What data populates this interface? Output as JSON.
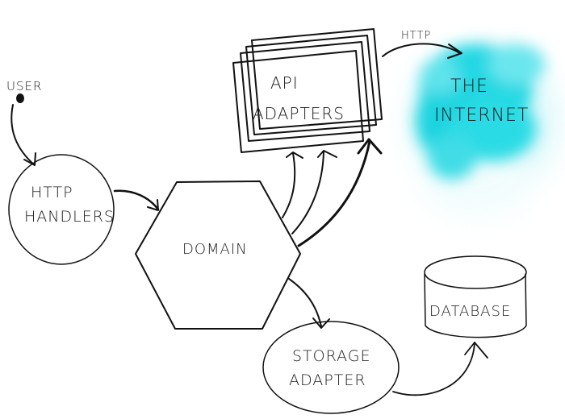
{
  "diagram": {
    "nodes": {
      "user": {
        "label": "USER"
      },
      "http_handlers": {
        "line1": "HTTP",
        "line2": "HANDLERS"
      },
      "domain": {
        "label": "DOMAIN"
      },
      "api_adapters": {
        "line1": "API",
        "line2": "ADAPTERS"
      },
      "internet": {
        "line1": "THE",
        "line2": "INTERNET"
      },
      "storage_adapter": {
        "line1": "STORAGE",
        "line2": "ADAPTER"
      },
      "database": {
        "label": "DATABASE"
      }
    },
    "edges": [
      {
        "from": "user",
        "to": "http_handlers",
        "label": ""
      },
      {
        "from": "http_handlers",
        "to": "domain",
        "label": ""
      },
      {
        "from": "domain",
        "to": "api_adapters",
        "label": "",
        "count": 3
      },
      {
        "from": "api_adapters",
        "to": "internet",
        "label": "HTTP"
      },
      {
        "from": "domain",
        "to": "storage_adapter",
        "label": ""
      },
      {
        "from": "storage_adapter",
        "to": "database",
        "label": ""
      }
    ],
    "colors": {
      "ink": "#111111",
      "cloud": "#1fd6e0",
      "background": "#ffffff"
    }
  }
}
